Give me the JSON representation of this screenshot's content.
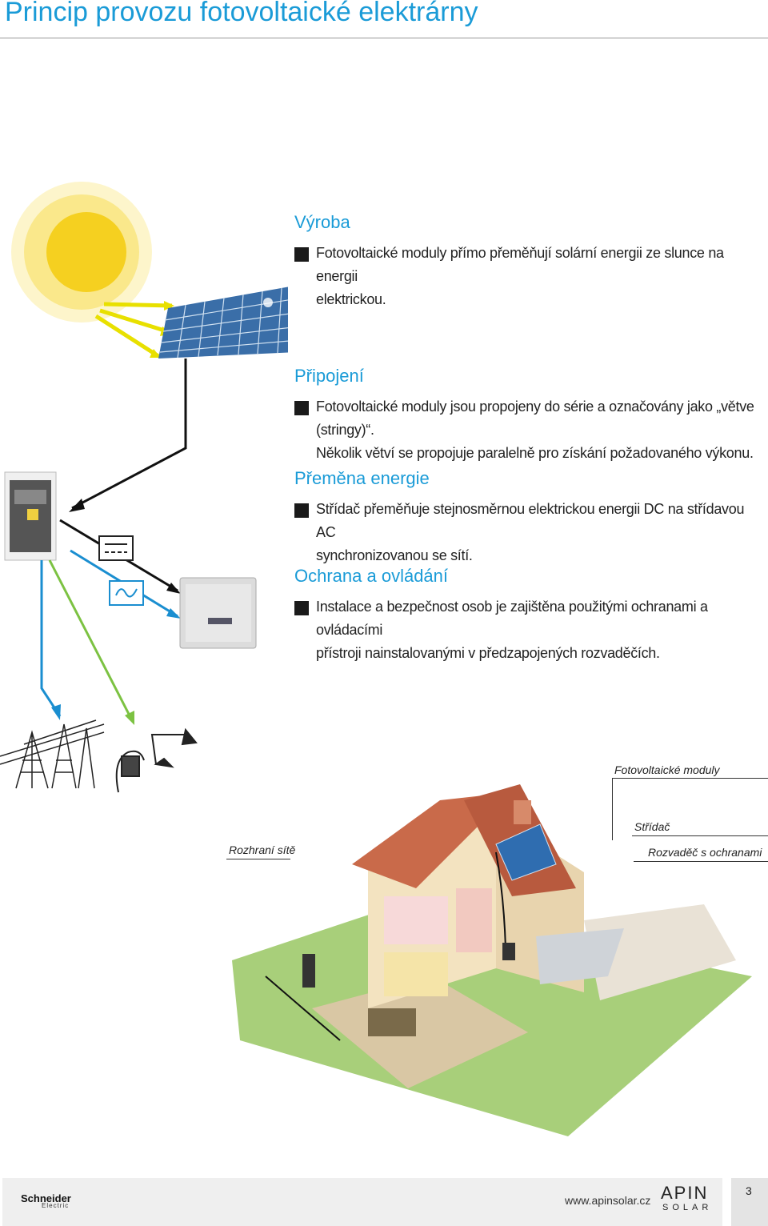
{
  "page": {
    "title": "Princip provozu fotovoltaické elektrárny",
    "page_number": "3"
  },
  "sections": [
    {
      "title": "Výroba",
      "line1": "Fotovoltaické moduly přímo přeměňují solární energii ze slunce na energii",
      "line2": "elektrickou."
    },
    {
      "title": "Připojení",
      "line1": "Fotovoltaické moduly jsou propojeny do série a označovány jako „větve (stringy)“.",
      "line2": "Několik větví se propojuje paralelně pro získání požadovaného výkonu."
    },
    {
      "title": "Přeměna energie",
      "line1": "Střídač přeměňuje stejnosměrnou elektrickou energii DC na střídavou AC",
      "line2": "synchronizovanou se sítí."
    },
    {
      "title": "Ochrana a ovládání",
      "line1": "Instalace a bezpečnost osob je zajištěna použitými ochranami a ovládacími",
      "line2": "přístroji nainstalovanými v předzapojených rozvaděčích."
    }
  ],
  "house_labels": {
    "modules": "Fotovoltaické moduly",
    "inverter": "Střídač",
    "grid": "Rozhraní sítě",
    "switchboard": "Rozvaděč s ochranami"
  },
  "footer": {
    "brand_line1": "Schneider",
    "brand_line2": "Electric",
    "url": "www.apinsolar.cz",
    "logo_line1": "APIN",
    "logo_line2": "SOLAR"
  },
  "colors": {
    "accent": "#1a9bd7",
    "sun": "#f5d020",
    "dc_line": "#e0e000",
    "ac_line": "#1a8ed0",
    "green_line": "#7cc242"
  },
  "icons": [
    "sun-icon",
    "solar-panel-icon",
    "switchboard-icon",
    "inverter-icon",
    "dc-symbol-icon",
    "ac-symbol-icon",
    "power-tower-icon",
    "lamp-icon",
    "house-illustration"
  ]
}
